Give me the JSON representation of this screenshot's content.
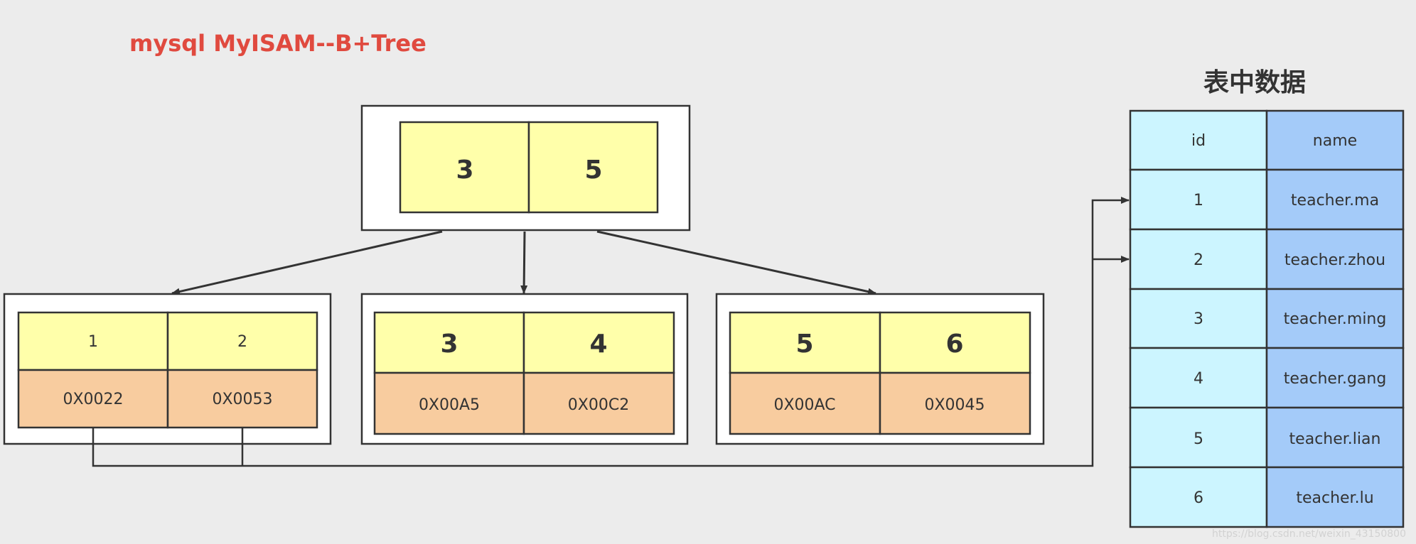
{
  "title": "mysql MyISAM--B+Tree",
  "table_title": "表中数据",
  "root_node": {
    "keys": [
      "3",
      "5"
    ]
  },
  "leaf_nodes": [
    {
      "keys": [
        "1",
        "2"
      ],
      "addresses": [
        "0X0022",
        "0X0053"
      ]
    },
    {
      "keys": [
        "3",
        "4"
      ],
      "addresses": [
        "0X00A5",
        "0X00C2"
      ]
    },
    {
      "keys": [
        "5",
        "6"
      ],
      "addresses": [
        "0X00AC",
        "0X0045"
      ]
    }
  ],
  "table": {
    "headers": [
      "id",
      "name"
    ],
    "rows": [
      [
        "1",
        "teacher.ma"
      ],
      [
        "2",
        "teacher.zhou"
      ],
      [
        "3",
        "teacher.ming"
      ],
      [
        "4",
        "teacher.gang"
      ],
      [
        "5",
        "teacher.lian"
      ],
      [
        "6",
        "teacher.lu"
      ]
    ]
  },
  "watermark": "https://blog.csdn.net/weixin_43150800",
  "colors": {
    "title": "#e04a3f",
    "key_fill": "#ffffaa",
    "address_fill": "#f8cc9f",
    "id_fill": "#ccf5ff",
    "name_fill": "#a4cbf9",
    "line": "#333333"
  }
}
